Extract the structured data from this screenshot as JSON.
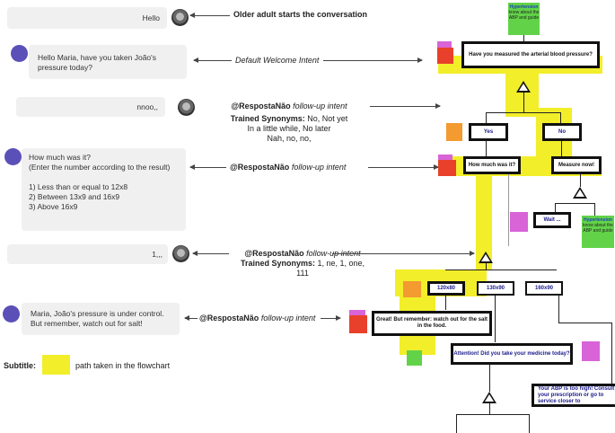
{
  "chat": {
    "msg1": "Hello",
    "msg2": "Hello Maria, have you taken João's pressure today?",
    "msg3": "nnoo,,",
    "msg4_lines": [
      "How much was it?",
      "(Enter the number according to the result)",
      "",
      "1) Less than or equal to 12x8",
      "2) Between 13x9 and 16x9",
      "3) Above 16x9"
    ],
    "msg5": "1,,,",
    "msg6": "Maria, João's pressure is under control. But remember, watch out for salt!"
  },
  "notes": {
    "n1": "Older adult starts the conversation",
    "n2": "Default Welcome Intent",
    "n3_intent": "@RespostaNão",
    "n3_rest": "follow-up intent",
    "n3_syn_label": "Trained Synonyms:",
    "n3_syn": "No, Not yet",
    "n3_line2": "In a little while, No later",
    "n3_line3": "Nah, no, no,",
    "n4_intent": "@RespostaNão",
    "n4_rest": "follow-up intent",
    "n5_intent": "@RespostaNão",
    "n5_rest": "follow-up intent",
    "n5_syn_label": "Trained Synonyms:",
    "n5_syn": "1, ne, 1, one, 111",
    "n6_intent": "@RespostaNão",
    "n6_rest": "follow-up intent"
  },
  "legend": {
    "label": "Subtitle:",
    "text": "path taken in the flowchart",
    "color": "#f2ee2a"
  },
  "flow": {
    "top_green_title": "Hypertension",
    "top_green_body": "know about the ABP and guide",
    "q1": "Have you measured the arterial blood pressure?",
    "yes": "Yes",
    "no": "No",
    "how_much": "How much was it?",
    "measure_now": "Measure now!",
    "wait": "Wait ...",
    "mid_green_title": "Hypertension",
    "mid_green_body": "know about the ABP and guide",
    "r1": "120x80",
    "r2": "130x90",
    "r3": "160x90",
    "great": "Great! But remember: watch out for the salt in the food.",
    "attention": "Attention! Did you take your medicine today?",
    "abp_high": "Your ABP is too high! Consult your prescription or go to service closer to"
  },
  "colors": {
    "highlight": "#f2ee2a",
    "red": "#e8402a",
    "orange": "#f39a30",
    "magenta": "#d864d8",
    "green": "#62d349",
    "bot": "#5b4fb8"
  }
}
